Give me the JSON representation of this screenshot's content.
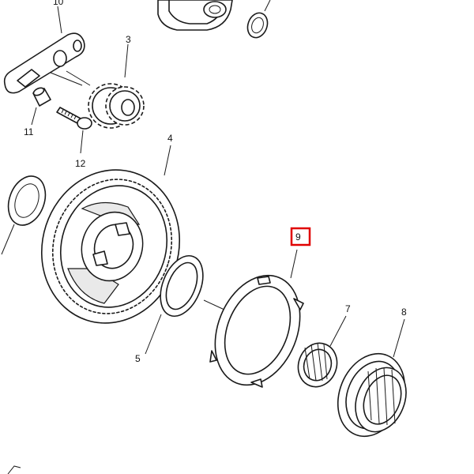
{
  "parts": {
    "p3": "3",
    "p4": "4",
    "p5": "5",
    "p7": "7",
    "p8": "8",
    "p9": "9",
    "p10": "10",
    "p11": "11",
    "p12": "12"
  },
  "highlight": {
    "part": "9",
    "color": "#e00000"
  },
  "colors": {
    "line": "#1a1a1a",
    "background": "#ffffff"
  }
}
